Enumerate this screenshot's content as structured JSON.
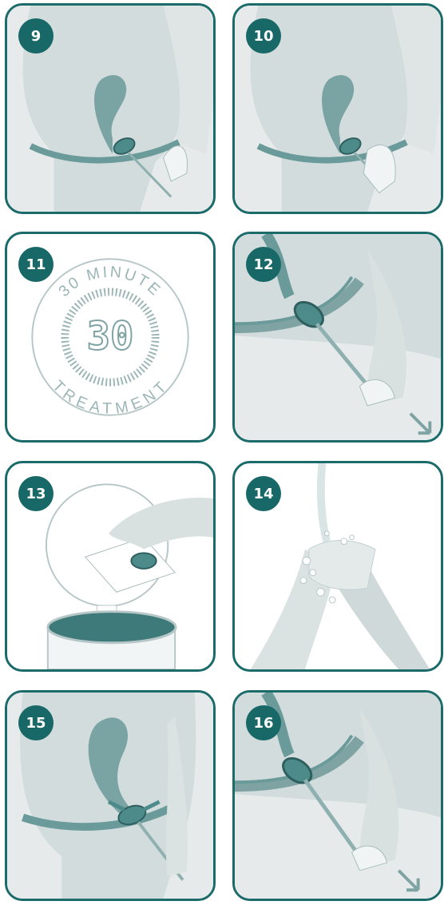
{
  "steps": [
    {
      "number": "9"
    },
    {
      "number": "10"
    },
    {
      "number": "11"
    },
    {
      "number": "12"
    },
    {
      "number": "13"
    },
    {
      "number": "14"
    },
    {
      "number": "15"
    },
    {
      "number": "16"
    }
  ],
  "timer_seal": {
    "display": "30",
    "top_text": "30 MINUTE",
    "bottom_text": "TREATMENT"
  },
  "colors": {
    "frame": "#1c6b6b",
    "badge": "#176867",
    "device": "#4d8b8b",
    "skin": "#d9e0e0",
    "body": "#c7d2d2"
  }
}
